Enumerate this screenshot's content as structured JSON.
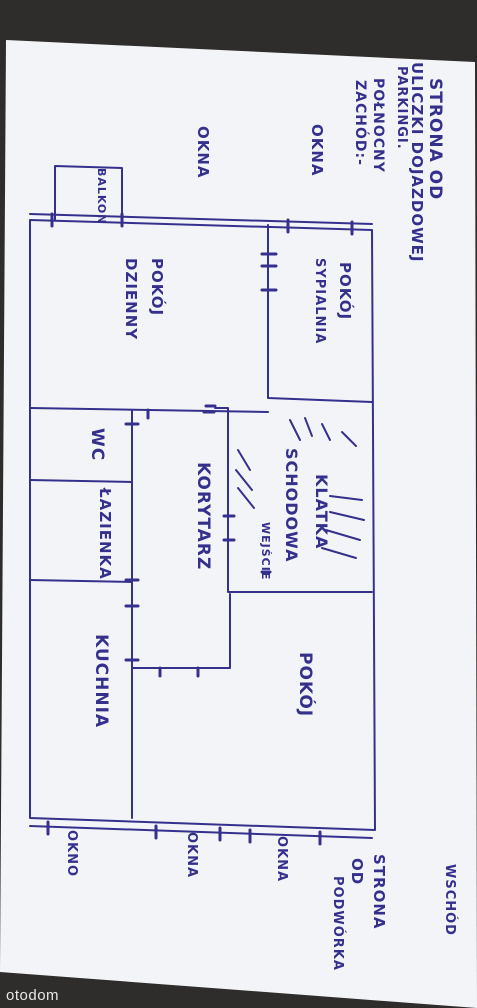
{
  "source_watermark": "otodom",
  "plan": {
    "street_side_note": [
      "STRONA OD",
      "ULICZKI DOJAZDOWEJ",
      "PARKINGI."
    ],
    "west_note": [
      "POŁNOCNY",
      "ZACHÓD:-"
    ],
    "rooms": {
      "bedroom": [
        "POKÓJ",
        "SYPIALNIA"
      ],
      "living_room": [
        "POKÓJ",
        "DZIENNY"
      ],
      "wc": "WC",
      "bathroom": "ŁAZIENKA",
      "corridor": "KORYTARZ",
      "kitchen": "KUCHNIA",
      "room": "POKÓJ",
      "balcony": "BALKON",
      "staircase": [
        "KLATKA",
        "SCHODOWA"
      ],
      "entrance": "WEJŚCIE"
    },
    "window_labels": {
      "top_bedroom": "OKNA",
      "top_living": "OKNA",
      "bottom_kitchen": "OKNO",
      "bottom_room_left": "OKNA",
      "bottom_room_right": "OKNA"
    },
    "east_note": "WSCHÓD",
    "courtyard_note": [
      "STRONA",
      "OD",
      "PODWÓRKA"
    ]
  },
  "colors": {
    "ink": "#35308c",
    "paper": "#f3f4f7",
    "background": "#2e2d2b"
  }
}
